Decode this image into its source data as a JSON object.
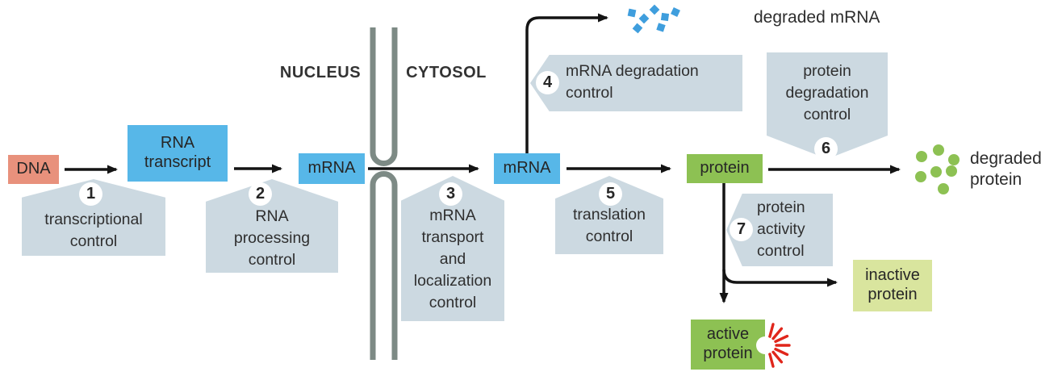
{
  "figure": {
    "description_labels": {
      "nucleus": "NUCLEUS",
      "cytosol": "CYTOSOL"
    }
  },
  "nodes": {
    "dna": {
      "label": "DNA"
    },
    "rna_transcript": {
      "label": "RNA\ntranscript"
    },
    "mrna_nucleus": {
      "label": "mRNA"
    },
    "mrna_cytosol": {
      "label": "mRNA"
    },
    "protein": {
      "label": "protein"
    },
    "degraded_mrna": {
      "label": "degraded mRNA"
    },
    "degraded_protein": {
      "label": "degraded\nprotein"
    },
    "inactive_protein": {
      "label": "inactive\nprotein"
    },
    "active_protein": {
      "label": "active\nprotein"
    }
  },
  "controls": [
    {
      "number": "1",
      "label": "transcriptional\ncontrol"
    },
    {
      "number": "2",
      "label": "RNA\nprocessing\ncontrol"
    },
    {
      "number": "3",
      "label": "mRNA\ntransport\nand\nlocalization\ncontrol"
    },
    {
      "number": "4",
      "label": "mRNA degradation\ncontrol"
    },
    {
      "number": "5",
      "label": "translation\ncontrol"
    },
    {
      "number": "6",
      "label": "protein\ndegradation\ncontrol"
    },
    {
      "number": "7",
      "label": "protein\nactivity\ncontrol"
    }
  ],
  "colors": {
    "dna_box": "#e8917c",
    "rna_mrna_box": "#57b7e8",
    "protein_box": "#8dc153",
    "inactive_protein_box": "#d9e59e",
    "control_panel": "#ccd9e1",
    "nuclear_membrane": "#7d8a85",
    "degraded_mrna_dots": "#3f9edd",
    "degraded_protein_dots": "#8dc153",
    "activity_burst": "#e0261b",
    "arrow": "#141414",
    "text": "#2d2d2d"
  }
}
